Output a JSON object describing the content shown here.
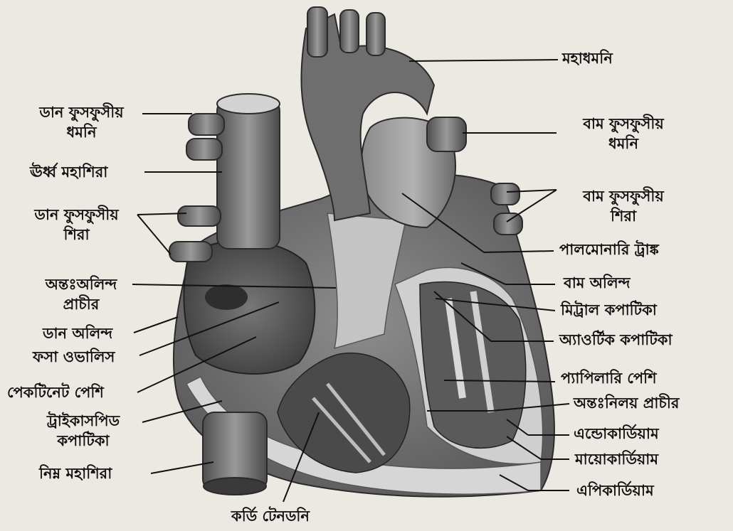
{
  "left_labels": {
    "right_pulmonary_artery": "ডান ফুসফুসীয়\nধমনি",
    "superior_vena_cava": "ঊর্ধ্ব মহাশিরা",
    "right_pulmonary_veins": "ডান ফুসফুসীয়\nশিরা",
    "interatrial_septum": "অন্তঃঅলিন্দ\nপ্রাচীর",
    "right_atrium": "ডান অলিন্দ",
    "fossa_ovalis": "ফসা ওভালিস",
    "pectinate_muscle": "পেকটিনেট পেশি",
    "tricuspid_valve": "ট্রাইকাসপিড\nকপাটিকা",
    "inferior_vena_cava": "নিম্ন মহাশিরা"
  },
  "right_labels": {
    "aorta": "মহাধমনি",
    "left_pulmonary_artery": "বাম ফুসফুসীয়\nধমনি",
    "left_pulmonary_veins": "বাম ফুসফুসীয়\nশিরা",
    "pulmonary_trunk": "পালমোনারি ট্রাঙ্ক",
    "left_atrium": "বাম অলিন্দ",
    "mitral_valve": "মিট্রাল কপাটিকা",
    "aortic_valve": "অ্যাওর্টিক কপাটিকা",
    "papillary_muscle": "প্যাপিলারি পেশি",
    "interventricular_septum": "অন্তঃনিলয় প্রাচীর",
    "endocardium": "এন্ডোকার্ডিয়াম",
    "myocardium": "মায়োকার্ডিয়াম",
    "epicardium": "এপিকার্ডিয়াম"
  },
  "bottom_labels": {
    "chordae_tendineae": "কর্ডি টেনডনি"
  }
}
